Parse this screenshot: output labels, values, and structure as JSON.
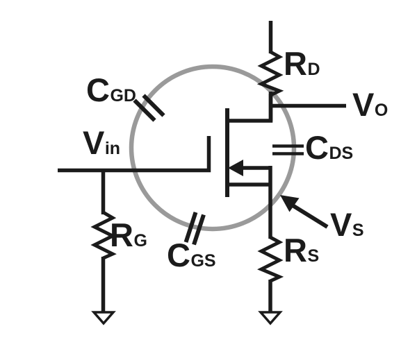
{
  "diagram": {
    "description": "MOSFET common-source amplifier schematic with parasitic capacitances highlighted by a circle around the transistor",
    "labels": {
      "c_gd": {
        "main": "C",
        "sub": "GD"
      },
      "v_in": {
        "main": "V",
        "sub": "in"
      },
      "r_g": {
        "main": "R",
        "sub": "G"
      },
      "c_gs": {
        "main": "C",
        "sub": "GS"
      },
      "r_d": {
        "main": "R",
        "sub": "D"
      },
      "v_o": {
        "main": "V",
        "sub": "O"
      },
      "c_ds": {
        "main": "C",
        "sub": "DS"
      },
      "r_s": {
        "main": "R",
        "sub": "S"
      },
      "v_s": {
        "main": "V",
        "sub": "S"
      }
    },
    "colors": {
      "line": "#1b1b1b",
      "circle": "#9a9a9a",
      "background": "#ffffff"
    }
  }
}
